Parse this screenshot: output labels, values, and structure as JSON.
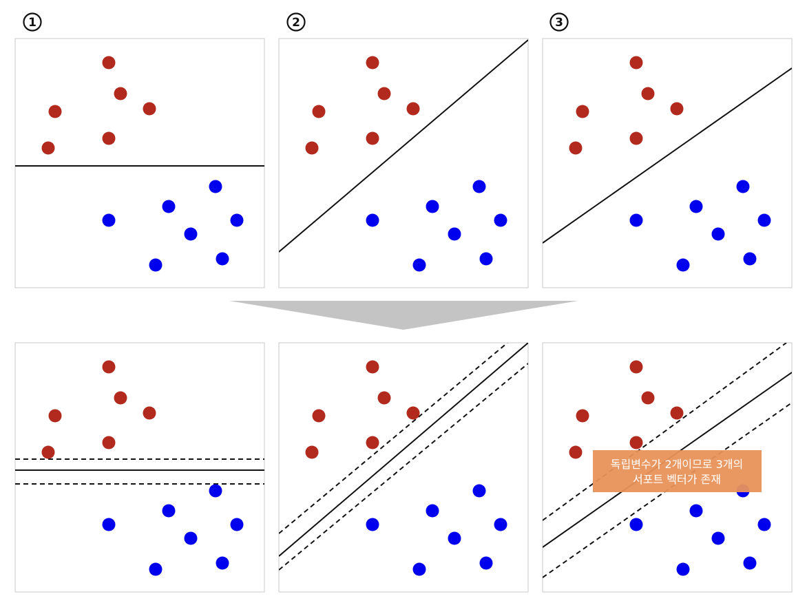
{
  "panels_top": [
    {
      "label": "1"
    },
    {
      "label": "2"
    },
    {
      "label": "3"
    }
  ],
  "panels_bottom": [
    {
      "margin": true
    },
    {
      "margin": true
    },
    {
      "margin": true,
      "callout": true
    }
  ],
  "callout": {
    "line1": "독립변수가 2개이므로 3개의",
    "line2": "서포트 벡터가 존재"
  },
  "colors": {
    "red_class": "#b22a1e",
    "blue_class": "#0000ee",
    "line": "#111111",
    "arrow": "#c4c4c4",
    "callout_bg": "#e8925a",
    "panel_border": "#c8c8c8"
  }
}
